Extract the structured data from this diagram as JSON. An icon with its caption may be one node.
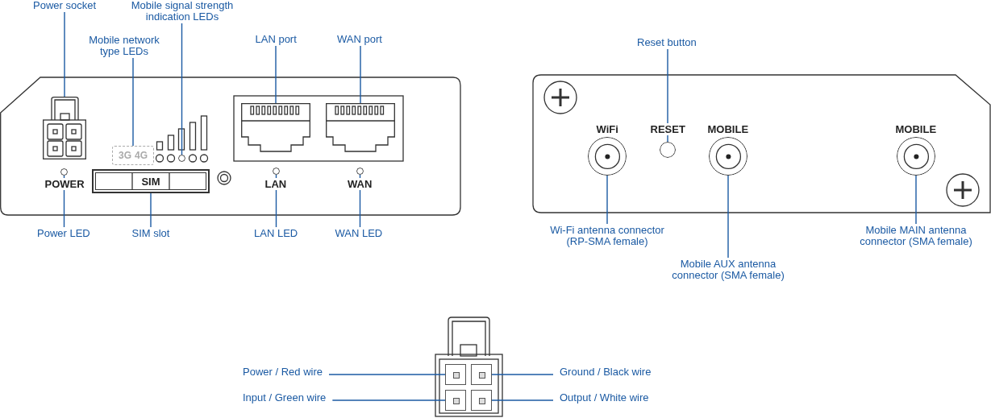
{
  "diagram": {
    "nodes": [
      {
        "text": [
          "Power socket"
        ]
      },
      {
        "text": [],
        "shape": "box"
      },
      {
        "text": [
          "Mobile network type LEDs"
        ]
      },
      {
        "text": [
          "3G",
          "4G"
        ]
      },
      {
        "text": [
          "Mobile signal strength indication LEDs"
        ]
      },
      {
        "text": [],
        "shape": "circle"
      },
      {
        "text": [
          "LAN port"
        ]
      },
      {
        "text": [],
        "shape": "box"
      },
      {
        "text": [
          "WAN port"
        ]
      },
      {
        "text": [],
        "shape": "box"
      },
      {
        "text": [
          "Power LED"
        ]
      },
      {
        "text": [],
        "shape": "circle"
      },
      {
        "text": [
          "SIM slot"
        ]
      },
      {
        "text": [
          "SIM"
        ]
      },
      {
        "text": [
          "LAN LED"
        ]
      },
      {
        "text": [],
        "shape": "circle"
      },
      {
        "text": [
          "WAN LED"
        ]
      },
      {
        "text": [],
        "shape": "circle"
      },
      {
        "text": [
          "Reset button"
        ]
      },
      {
        "text": [],
        "shape": "circle",
        "beside": [
          "RESET"
        ]
      },
      {
        "text": [
          "Wi-Fi antenna connector (RP-SMA female)"
        ]
      },
      {
        "text": [],
        "shape": "circle",
        "beside": [
          "WiFi"
        ]
      },
      {
        "text": [
          "Mobile AUX antenna connector (SMA female)"
        ]
      },
      {
        "text": [],
        "shape": "circle",
        "beside": [
          "MOBILE"
        ]
      },
      {
        "text": [
          "Mobile MAIN antenna connector (SMA female)"
        ]
      },
      {
        "text": [],
        "shape": "circle",
        "beside": [
          "MOBILE"
        ]
      },
      {
        "text": [
          "Power / Red wire"
        ]
      },
      {
        "text": [],
        "shape": "box"
      },
      {
        "text": [
          "Ground / Black wire"
        ]
      },
      {
        "text": [],
        "shape": "box"
      },
      {
        "text": [
          "Input / Green wire"
        ]
      },
      {
        "text": [],
        "shape": "box"
      },
      {
        "text": [
          "Output / White wire"
        ]
      },
      {
        "text": [],
        "shape": "box"
      }
    ],
    "edges": [
      {
        "from": 0,
        "to": 1,
        "arrow": "none"
      },
      {
        "from": 2,
        "to": 3,
        "arrow": "none"
      },
      {
        "from": 4,
        "to": 5,
        "arrow": "none"
      },
      {
        "from": 6,
        "to": 7,
        "arrow": "none"
      },
      {
        "from": 8,
        "to": 9,
        "arrow": "none"
      },
      {
        "from": 10,
        "to": 11,
        "arrow": "none"
      },
      {
        "from": 12,
        "to": 13,
        "arrow": "none"
      },
      {
        "from": 14,
        "to": 15,
        "arrow": "none"
      },
      {
        "from": 16,
        "to": 17,
        "arrow": "none"
      },
      {
        "from": 18,
        "to": 19,
        "arrow": "none"
      },
      {
        "from": 20,
        "to": 21,
        "arrow": "none"
      },
      {
        "from": 22,
        "to": 23,
        "arrow": "none"
      },
      {
        "from": 24,
        "to": 25,
        "arrow": "none"
      },
      {
        "from": 26,
        "to": 27,
        "arrow": "none"
      },
      {
        "from": 28,
        "to": 29,
        "arrow": "none"
      },
      {
        "from": 30,
        "to": 31,
        "arrow": "none"
      },
      {
        "from": 32,
        "to": 33,
        "arrow": "none"
      }
    ],
    "labels": [
      "POWER",
      "LAN",
      "WAN"
    ]
  }
}
